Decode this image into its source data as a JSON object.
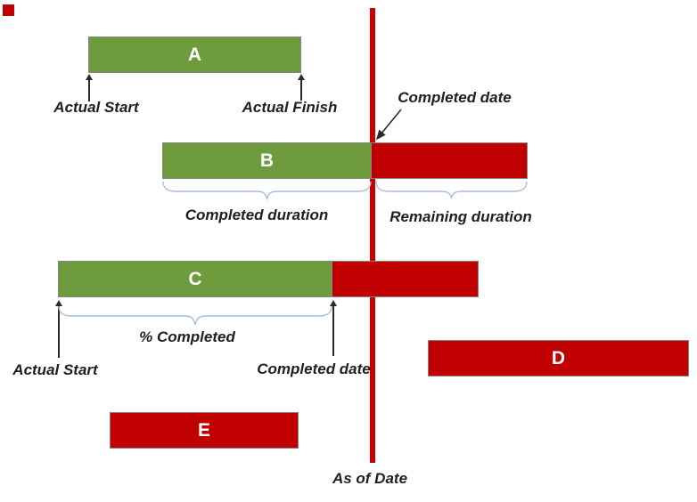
{
  "diagram": {
    "type": "gantt-progress-explainer",
    "as_of_line_label": "As of Date"
  },
  "colors": {
    "completed_green": "#6E9B3C",
    "remaining_red": "#C00000",
    "as_of_line_red": "#CA0000",
    "brace_blue": "#A6BDDC",
    "bar_border_gray": "#848484",
    "annotation_text": "#1F1F1F",
    "bar_letter": "#FFFFFF"
  },
  "bars": {
    "a": {
      "label": "A",
      "segments": [
        "completed"
      ]
    },
    "b": {
      "label": "B",
      "segments": [
        "completed",
        "remaining"
      ]
    },
    "c": {
      "label": "C",
      "segments": [
        "completed",
        "remaining"
      ]
    },
    "d": {
      "label": "D",
      "segments": [
        "remaining"
      ]
    },
    "e": {
      "label": "E",
      "segments": [
        "remaining"
      ]
    }
  },
  "annotations": {
    "actual_start_a": "Actual Start",
    "actual_finish_a": "Actual Finish",
    "completed_date_b": "Completed date",
    "completed_duration_b": "Completed duration",
    "remaining_duration_b": "Remaining duration",
    "percent_completed_c": "% Completed",
    "actual_start_c": "Actual Start",
    "completed_date_c": "Completed date",
    "as_of_date": "As of Date"
  }
}
